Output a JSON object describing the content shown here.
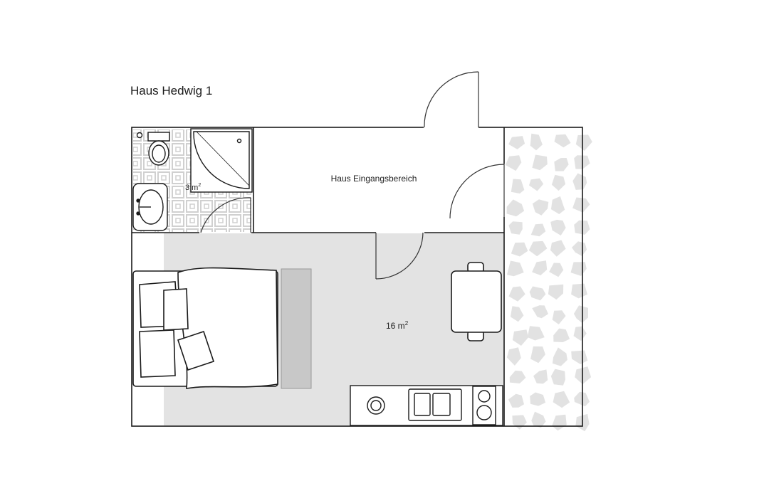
{
  "title": "Haus Hedwig 1",
  "rooms": {
    "entrance": {
      "label": "Haus Eingangsbereich"
    },
    "bathroom": {
      "area_value": "3 m",
      "area_unit_sup": "2"
    },
    "main_room": {
      "area_value": "16 m",
      "area_unit_sup": "2"
    }
  },
  "colors": {
    "wall": "#1a1a1a",
    "floor_main": "#e3e3e3",
    "bath_tile": "#d6d6d6",
    "stone": "#e6e6e6"
  }
}
